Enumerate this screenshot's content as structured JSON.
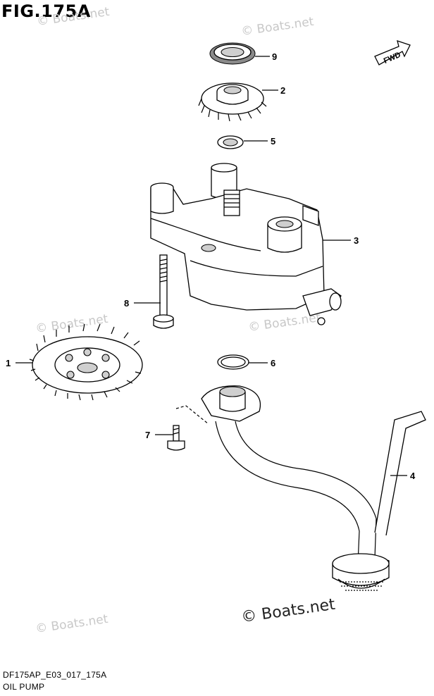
{
  "figure": {
    "title": "FIG.175A",
    "code": "DF175AP_E03_017_175A",
    "subtitle": "OIL PUMP",
    "watermark": "© Boats.net",
    "fwd_label": "FWD"
  },
  "callouts": [
    {
      "id": "1",
      "part": "drive-gear"
    },
    {
      "id": "2",
      "part": "driven-gear"
    },
    {
      "id": "3",
      "part": "oil-pump-assembly"
    },
    {
      "id": "4",
      "part": "oil-strainer-pipe"
    },
    {
      "id": "5",
      "part": "washer"
    },
    {
      "id": "6",
      "part": "o-ring"
    },
    {
      "id": "7",
      "part": "bolt"
    },
    {
      "id": "8",
      "part": "long-bolt"
    },
    {
      "id": "9",
      "part": "oil-seal"
    }
  ],
  "colors": {
    "line": "#000000",
    "shade": "#cfcfcf",
    "watermark": "#c8c8c8"
  }
}
